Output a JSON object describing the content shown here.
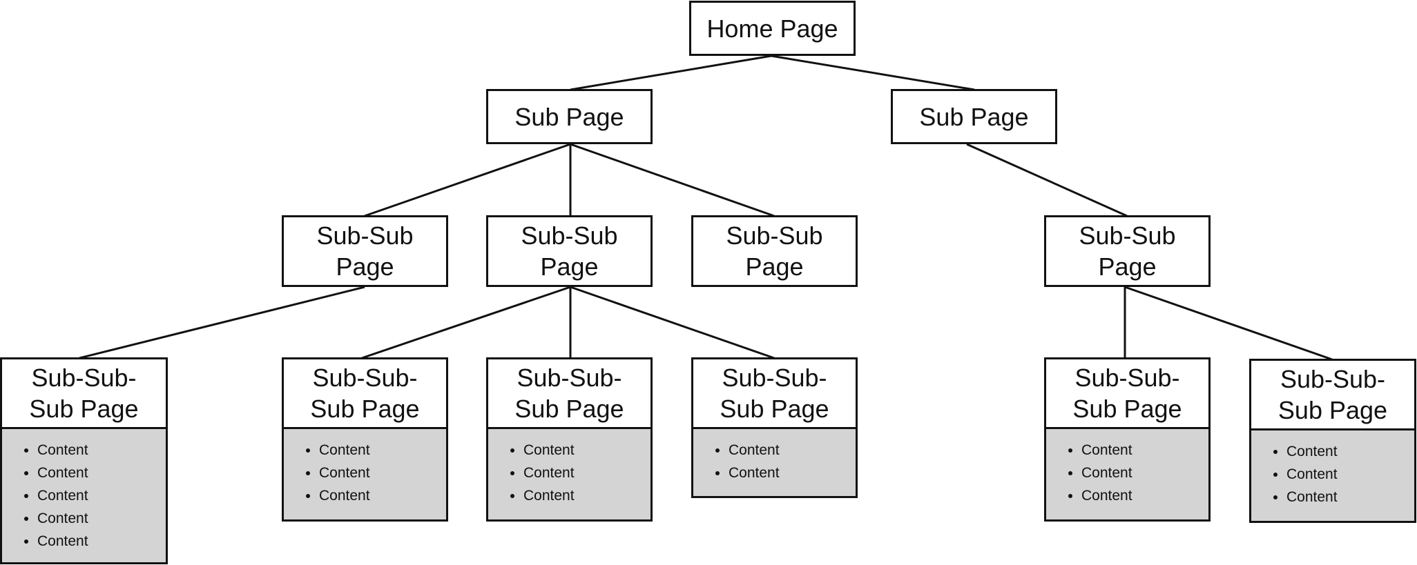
{
  "sitemap": {
    "home": {
      "title": "Home Page"
    },
    "sub_pages": [
      {
        "title": "Sub Page"
      },
      {
        "title": "Sub Page"
      }
    ],
    "sub_sub_pages": [
      {
        "title": "Sub-Sub Page"
      },
      {
        "title": "Sub-Sub Page"
      },
      {
        "title": "Sub-Sub Page"
      },
      {
        "title": "Sub-Sub Page"
      }
    ],
    "sub_sub_sub_pages": [
      {
        "title": "Sub-Sub-Sub Page",
        "items": [
          "Content",
          "Content",
          "Content",
          "Content",
          "Content"
        ]
      },
      {
        "title": "Sub-Sub-Sub Page",
        "items": [
          "Content",
          "Content",
          "Content"
        ]
      },
      {
        "title": "Sub-Sub-Sub Page",
        "items": [
          "Content",
          "Content",
          "Content"
        ]
      },
      {
        "title": "Sub-Sub-Sub Page",
        "items": [
          "Content",
          "Content"
        ]
      },
      {
        "title": "Sub-Sub-Sub Page",
        "items": [
          "Content",
          "Content",
          "Content"
        ]
      },
      {
        "title": "Sub-Sub-Sub Page",
        "items": [
          "Content",
          "Content",
          "Content"
        ]
      }
    ],
    "colors": {
      "line": "#111111",
      "box_fill": "#ffffff",
      "content_fill": "#d4d4d4"
    }
  }
}
